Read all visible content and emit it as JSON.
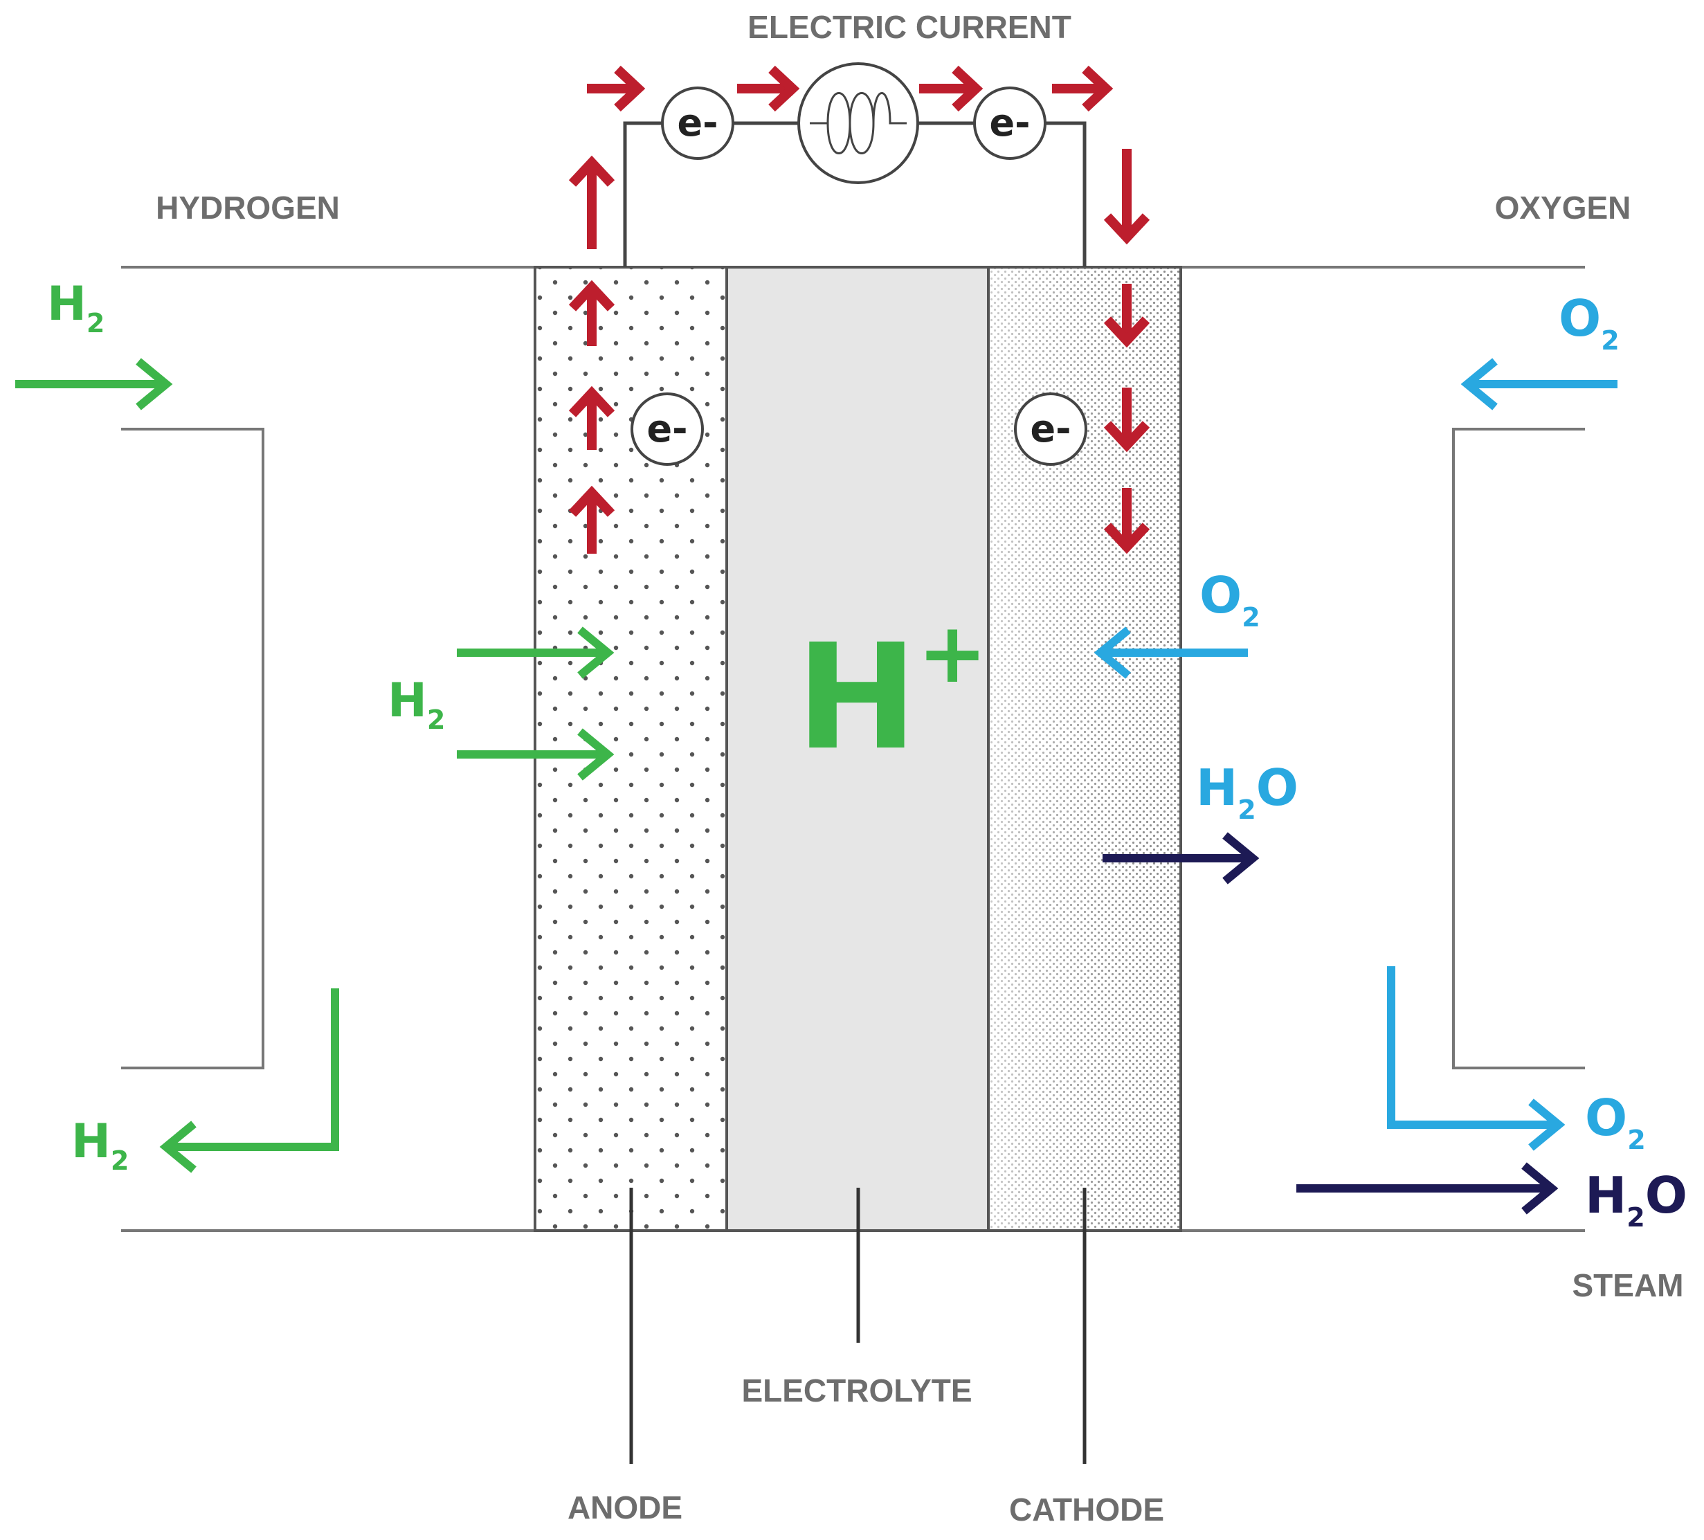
{
  "labels": {
    "electric_current": "ELECTRIC CURRENT",
    "hydrogen": "HYDROGEN",
    "oxygen": "OXYGEN",
    "steam": "STEAM",
    "anode": "ANODE",
    "electrolyte": "ELECTROLYTE",
    "cathode": "CATHODE"
  },
  "species": {
    "h": "H",
    "o": "O",
    "sub_2": "2",
    "plus": "+",
    "electron": "e-"
  },
  "colors": {
    "current_arrow": "#bd1e2d",
    "hydrogen": "#3db54a",
    "oxygen": "#29a8e0",
    "water": "#1d1a55",
    "line": "#777777",
    "electrolyte_fill": "#e6e6e6"
  }
}
